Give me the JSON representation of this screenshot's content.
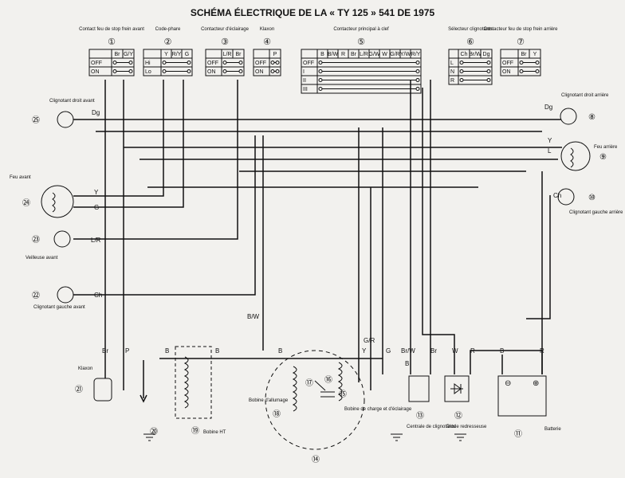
{
  "title": "SCHÉMA ÉLECTRIQUE DE LA « TY 125 » 541 DE 1975",
  "switches": [
    {
      "num": "①",
      "label": "Contact feu de stop frein avant",
      "cols": [
        "Br",
        "G/Y"
      ],
      "rows": [
        "OFF",
        "ON"
      ]
    },
    {
      "num": "②",
      "label": "Code-phare",
      "cols": [
        "Y",
        "R/Y",
        "G"
      ],
      "rows": [
        "Hi",
        "Lo"
      ]
    },
    {
      "num": "③",
      "label": "Contacteur d'éclairage",
      "cols": [
        "L/R",
        "Br"
      ],
      "rows": [
        "OFF",
        "ON"
      ]
    },
    {
      "num": "④",
      "label": "Klaxon",
      "cols": [
        "P"
      ],
      "rows": [
        "OFF",
        "ON"
      ]
    },
    {
      "num": "⑤",
      "label": "Contacteur principal à clef",
      "cols": [
        "B",
        "B/W",
        "R",
        "Br",
        "L/R",
        "G/W",
        "W",
        "G/R",
        "Y/W",
        "R/Y"
      ],
      "rows": [
        "OFF",
        "I",
        "II",
        "III"
      ]
    },
    {
      "num": "⑥",
      "label": "Sélecteur clignotants",
      "cols": [
        "Ch",
        "Br/W",
        "Dg"
      ],
      "rows": [
        "L",
        "N",
        "R"
      ]
    },
    {
      "num": "⑦",
      "label": "Contacteur feu de stop frein arrière",
      "cols": [
        "Br",
        "Y"
      ],
      "rows": [
        "OFF",
        "ON"
      ]
    }
  ],
  "components": {
    "c8": {
      "num": "⑧",
      "label": "Clignotant droit arrière"
    },
    "c9": {
      "num": "⑨",
      "label": "Feu arrière"
    },
    "c10": {
      "num": "⑩",
      "label": "Clignotant gauche arrière"
    },
    "c11": {
      "num": "⑪",
      "label": "Batterie"
    },
    "c12": {
      "num": "⑫",
      "label": "Diode redresseuse"
    },
    "c13": {
      "num": "⑬",
      "label": "Centrale de clignotants"
    },
    "c14": {
      "num": "⑭"
    },
    "c15": {
      "num": "⑮",
      "label": "Bobine de charge et d'éclairage"
    },
    "c16": {
      "num": "⑯"
    },
    "c17": {
      "num": "⑰"
    },
    "c18": {
      "num": "⑱",
      "label": "Bobine d'allumage"
    },
    "c19": {
      "num": "⑲",
      "label": "Bobine HT"
    },
    "c20": {
      "num": "⑳"
    },
    "c21": {
      "num": "㉑",
      "label": "Klaxon"
    },
    "c22": {
      "num": "㉒",
      "label": "Clignotant gauche avant"
    },
    "c23": {
      "num": "㉓",
      "label": "Veilleuse avant"
    },
    "c24": {
      "num": "㉔",
      "label": "Feu avant"
    },
    "c25": {
      "num": "㉕",
      "label": "Clignotant droit avant"
    }
  },
  "wire_labels": {
    "dg_left": "Dg",
    "dg_right": "Dg",
    "y_tail": "Y",
    "l_tail": "L",
    "ch_right": "Ch",
    "y_head": "Y",
    "g_head": "G",
    "lr_pilot": "L/R",
    "ch_left": "Ch",
    "bw_mid": "B/W",
    "br_horn": "Br",
    "p_horn": "P",
    "b_ht": "B",
    "b_ht2": "B",
    "b_coil": "B",
    "y_gen": "Y",
    "g_gen": "G",
    "gr_gen": "G/R",
    "brw_flash": "Br/W",
    "br_flash": "Br",
    "b_flash": "B",
    "w_diode": "W",
    "r_diode": "R",
    "b_batt": "B",
    "r_batt": "R"
  }
}
